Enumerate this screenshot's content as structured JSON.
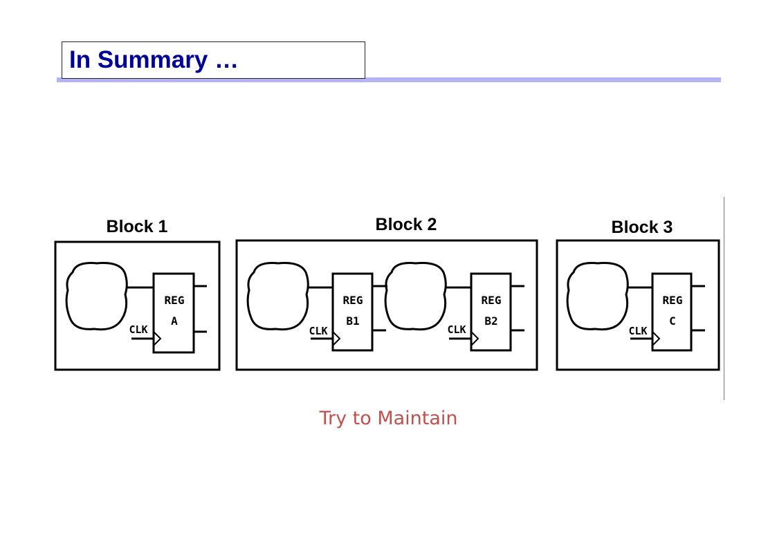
{
  "title": "In Summary …",
  "caption": "Try to Maintain",
  "colors": {
    "title": "#000099",
    "title_rule": "#b3b3f5",
    "caption": "#c0504d"
  },
  "blocks": [
    {
      "label": "Block 1",
      "registers": [
        {
          "line1": "REG",
          "line2": "A",
          "clock": "CLK"
        }
      ]
    },
    {
      "label": "Block 2",
      "registers": [
        {
          "line1": "REG",
          "line2": "B1",
          "clock": "CLK"
        },
        {
          "line1": "REG",
          "line2": "B2",
          "clock": "CLK"
        }
      ]
    },
    {
      "label": "Block 3",
      "registers": [
        {
          "line1": "REG",
          "line2": "C",
          "clock": "CLK"
        }
      ]
    }
  ]
}
